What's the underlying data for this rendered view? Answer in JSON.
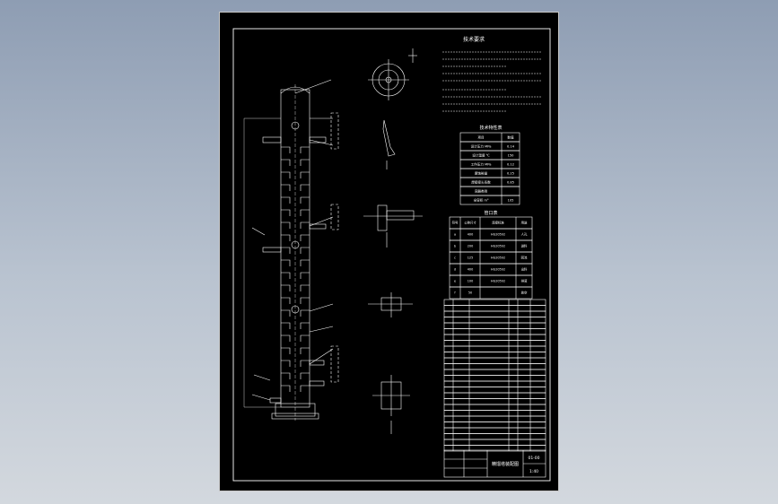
{
  "colors": {
    "background_top": "#8e9db3",
    "background_bottom": "#d3d8de",
    "sheet": "#000000",
    "line": "#ffffff"
  },
  "drawing": {
    "tech_req_title": "技术要求",
    "tech_char_title": "技术特性表",
    "nozzle_table_title": "管口表",
    "tech_char_rows": [
      [
        "项目",
        "数值"
      ],
      [
        "设计压力 MPa",
        "0.14"
      ],
      [
        "设计温度 ℃",
        "150"
      ],
      [
        "工作压力 MPa",
        "0.12"
      ],
      [
        "腐蚀裕量",
        "0.25"
      ],
      [
        "焊接接头系数",
        "0.85"
      ],
      [
        "容器类别",
        ""
      ],
      [
        "全容积 m³",
        "105"
      ]
    ],
    "nozzle_rows": [
      [
        "符号",
        "公称尺寸",
        "连接标准",
        "用途"
      ],
      [
        "a",
        "400",
        "HG20592",
        "人孔"
      ],
      [
        "b",
        "200",
        "HG20592",
        "进料"
      ],
      [
        "c",
        "125",
        "HG20592",
        "回流"
      ],
      [
        "d",
        "400",
        "HG20592",
        "出料"
      ],
      [
        "e",
        "100",
        "HG20592",
        "排液"
      ],
      [
        "f",
        "50",
        "",
        "放空"
      ]
    ],
    "title_block": {
      "title": "精馏塔装配图",
      "drawing_no": "01-00",
      "scale": "1:40"
    }
  }
}
